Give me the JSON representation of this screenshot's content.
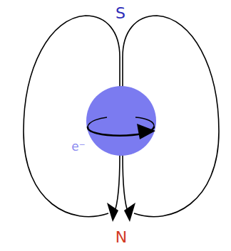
{
  "diagram": {
    "labels": [
      "S",
      "e⁻",
      "N"
    ]
  }
}
